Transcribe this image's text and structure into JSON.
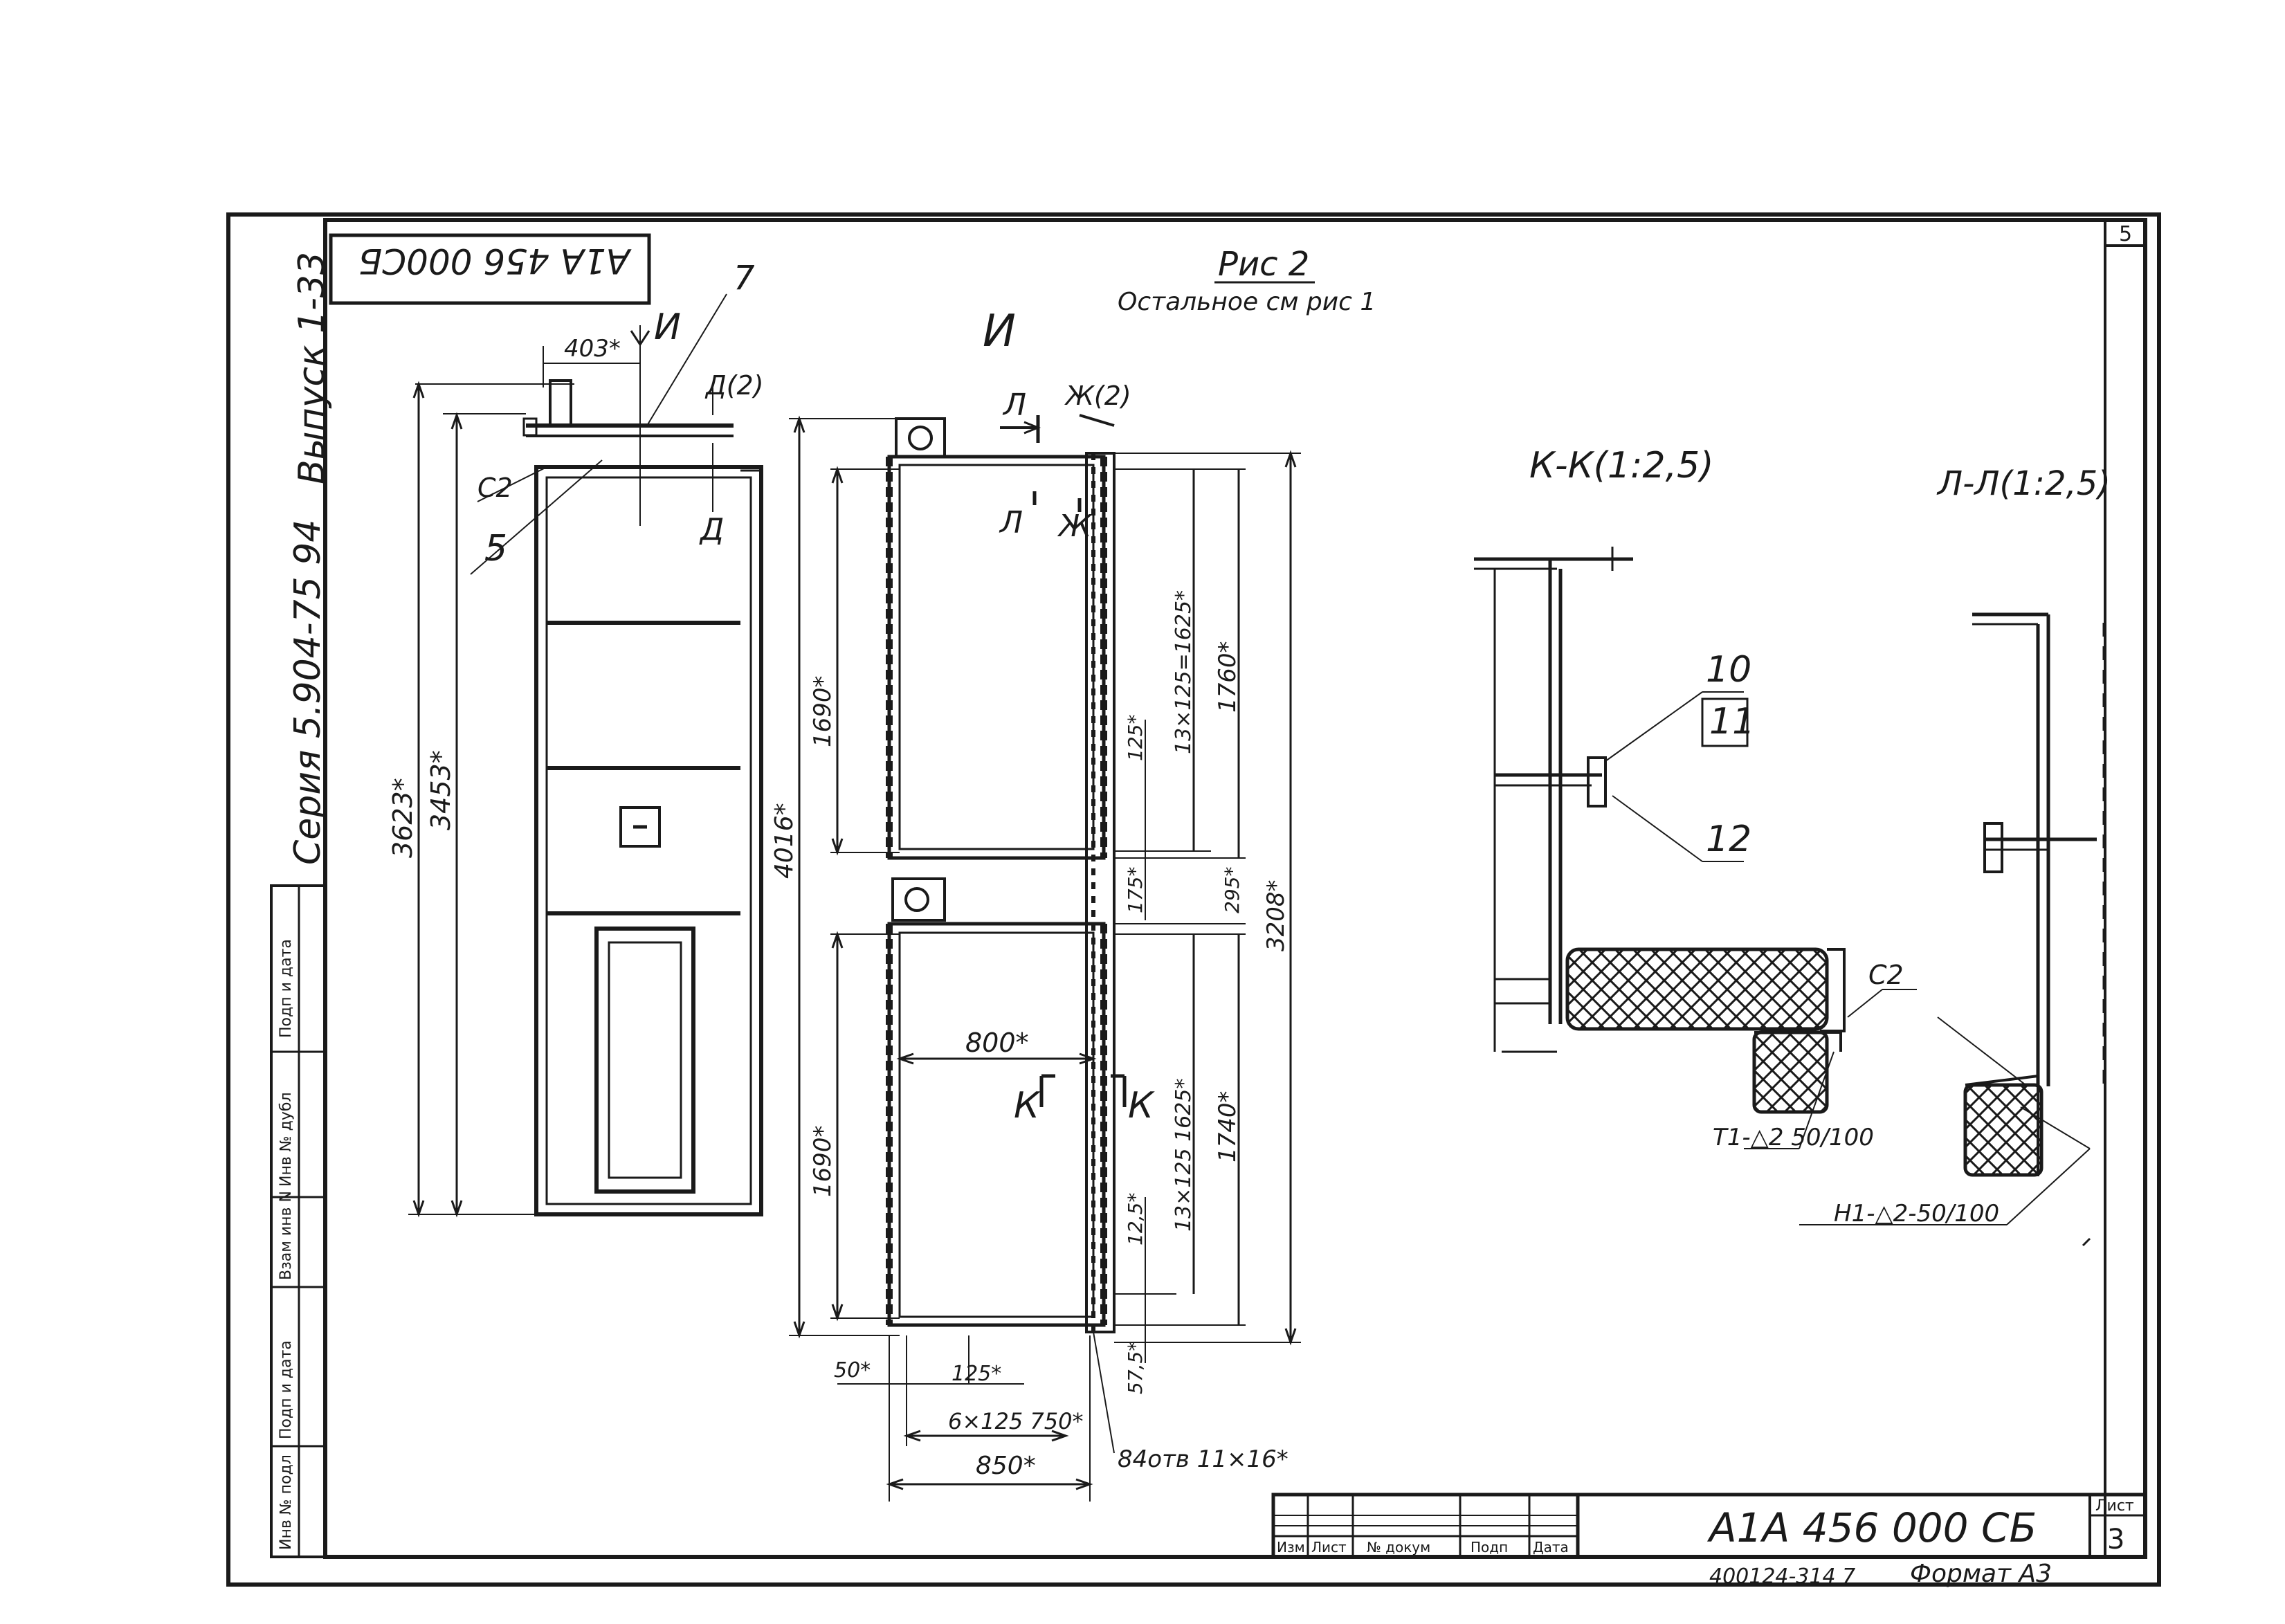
{
  "sheet": {
    "corner_number": "5",
    "top_stamp_code": "А1А 456 000СБ",
    "figure_title": "Рис 2",
    "figure_note": "Остальное см рис 1",
    "issue_label": "Выпуск 1-33",
    "series_label": "Серия 5.904-75 94",
    "inventory_format": "400124-314 7",
    "format_label": "Формат А3"
  },
  "left_stamp": {
    "columns": [
      "Подп и дата",
      "Инв № дубл",
      "Взам инв N",
      "Подп и дата",
      "Инв № подл"
    ]
  },
  "view_front": {
    "dim_width_top": "403*",
    "dim_height_total": "3623*",
    "dim_height_inner": "3453*",
    "view_mark": "И",
    "section_mark_top": "Д(2)",
    "section_mark_bottom": "Д",
    "callout_7": "7",
    "callout_c2": "С2",
    "callout_5": "5"
  },
  "view_i": {
    "title": "И",
    "mark_l_top": "Л",
    "mark_l_bottom": "Л",
    "mark_zh_top": "Ж(2)",
    "mark_zh_bottom": "Ж",
    "dim_overall_height": "4016*",
    "dim_upper_panel": "1690*",
    "dim_lower_panel": "1690*",
    "dim_upper_pitch": "13×125=1625*",
    "dim_upper_total": "1760*",
    "dim_lower_pitch": "13×125 1625*",
    "dim_lower_total": "1740*",
    "dim_125": "125*",
    "dim_175": "175*",
    "dim_295": "295*",
    "dim_3208": "3208*",
    "dim_125b": "12,5*",
    "dim_575": "57,5*",
    "dim_800": "800*",
    "dim_50": "50*",
    "dim_125c": "125*",
    "dim_6x125": "6×125 750*",
    "dim_850": "850*",
    "holes_note": "84отв 11×16*",
    "section_k_left": "К",
    "section_k_right": "К"
  },
  "section_kk": {
    "title": "К-К(1:2,5)",
    "callout_10": "10",
    "callout_11": "11",
    "callout_12": "12",
    "callout_c2": "С2",
    "weld_note": "Т1-△2 50/100"
  },
  "section_ll": {
    "title": "Л-Л(1:2,5)",
    "weld_note": "Н1-△2-50/100"
  },
  "title_block": {
    "headers": [
      "Изм",
      "Лист",
      "№ докум",
      "Подп",
      "Дата"
    ],
    "designation": "А1А 456 000 СБ",
    "sheet_label": "Лист",
    "sheet_number": "3"
  }
}
